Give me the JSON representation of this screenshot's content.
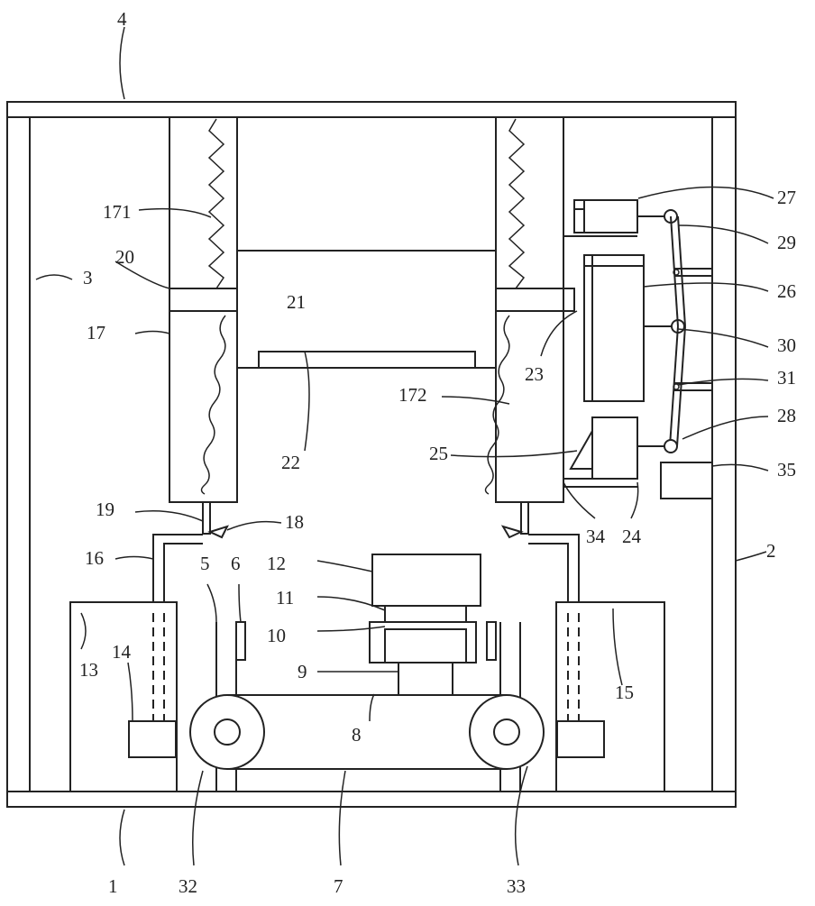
{
  "labels": {
    "l4": "4",
    "l27": "27",
    "l171": "171",
    "l29": "29",
    "l20": "20",
    "l3": "3",
    "l21": "21",
    "l26": "26",
    "l17": "17",
    "l23": "23",
    "l30": "30",
    "l31": "31",
    "l172": "172",
    "l22": "22",
    "l28": "28",
    "l25": "25",
    "l35": "35",
    "l19": "19",
    "l18": "18",
    "l34": "34",
    "l24": "24",
    "l16": "16",
    "l5": "5",
    "l6": "6",
    "l12": "12",
    "l2": "2",
    "l11": "11",
    "l10": "10",
    "l13": "13",
    "l14": "14",
    "l9": "9",
    "l15": "15",
    "l8": "8",
    "l1": "1",
    "l32": "32",
    "l7": "7",
    "l33": "33"
  }
}
